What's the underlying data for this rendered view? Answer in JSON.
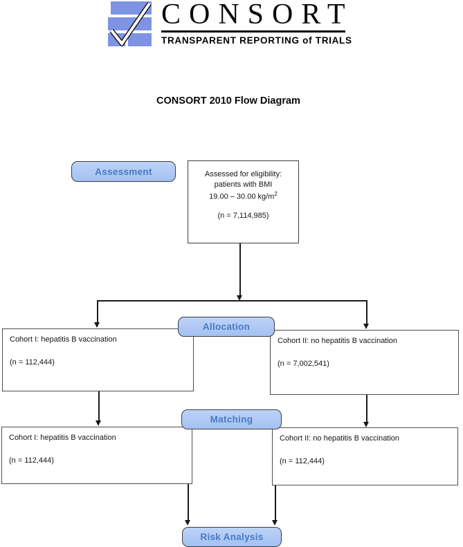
{
  "logo": {
    "brand": "CONSORT",
    "tagline": "TRANSPARENT REPORTING of TRIALS",
    "mark_icon": "blue-tiles-with-checkmark",
    "colors": {
      "tile_blue": "#7e93e4"
    }
  },
  "title": "CONSORT 2010 Flow Diagram",
  "stages": {
    "assessment": "Assessment",
    "allocation": "Allocation",
    "matching": "Matching",
    "risk_analysis": "Risk Analysis"
  },
  "eligibility": {
    "line1": "Assessed for eligibility:",
    "line2": "patients with BMI",
    "line3_base": "19.00 – 30.00 kg/m",
    "line3_sup": "2",
    "n": "(n = 7,114,985)"
  },
  "allocation_row": {
    "left": {
      "title": "Cohort I: hepatitis B vaccination",
      "n": "(n = 112,444)"
    },
    "right": {
      "title": "Cohort II: no hepatitis B vaccination",
      "n": "(n = 7,002,541)"
    }
  },
  "matching_row": {
    "left": {
      "title": "Cohort I: hepatitis B vaccination",
      "n": "(n = 112,444)"
    },
    "right": {
      "title": "Cohort II: no hepatitis B vaccination",
      "n": "(n = 112,444)"
    }
  },
  "colors": {
    "pill_fill": "#abc7f3",
    "pill_text": "#4a7ac2",
    "line_color": "#1a1a1a"
  }
}
